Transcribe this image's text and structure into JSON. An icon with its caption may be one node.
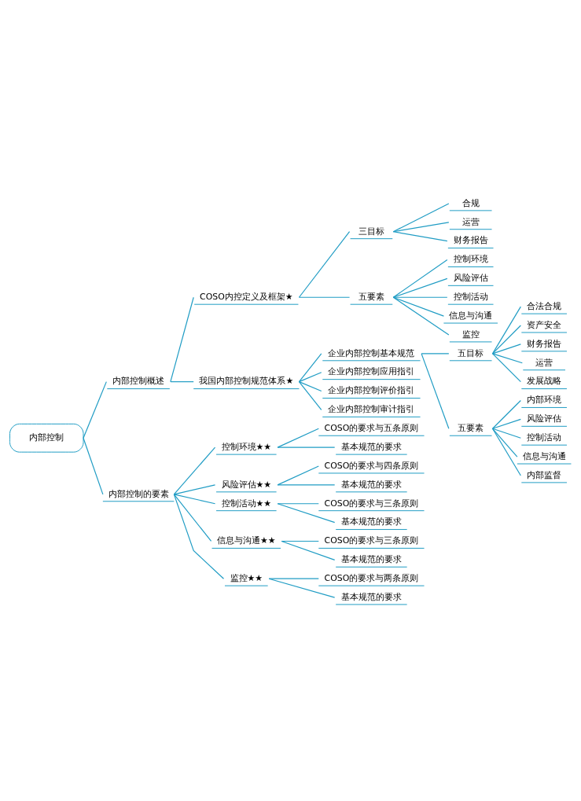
{
  "diagram": {
    "nodes": [
      {
        "text": [
          "内部控制"
        ]
      },
      {
        "text": [
          "内部控制概述"
        ]
      },
      {
        "text": [
          "COSO内控定义及框架★"
        ]
      },
      {
        "text": [
          "三目标"
        ]
      },
      {
        "text": [
          "合规"
        ]
      },
      {
        "text": [
          "运营"
        ]
      },
      {
        "text": [
          "财务报告"
        ]
      },
      {
        "text": [
          "五要素"
        ]
      },
      {
        "text": [
          "控制环境"
        ]
      },
      {
        "text": [
          "风险评估"
        ]
      },
      {
        "text": [
          "控制活动"
        ]
      },
      {
        "text": [
          "信息与沟通"
        ]
      },
      {
        "text": [
          "监控"
        ]
      },
      {
        "text": [
          "我国内部控制规范体系★"
        ]
      },
      {
        "text": [
          "企业内部控制基本规范"
        ]
      },
      {
        "text": [
          "五目标"
        ]
      },
      {
        "text": [
          "合法合规"
        ]
      },
      {
        "text": [
          "资产安全"
        ]
      },
      {
        "text": [
          "财务报告"
        ]
      },
      {
        "text": [
          "运营"
        ]
      },
      {
        "text": [
          "发展战略"
        ]
      },
      {
        "text": [
          "五要素"
        ]
      },
      {
        "text": [
          "内部环境"
        ]
      },
      {
        "text": [
          "风险评估"
        ]
      },
      {
        "text": [
          "控制活动"
        ]
      },
      {
        "text": [
          "信息与沟通"
        ]
      },
      {
        "text": [
          "内部监督"
        ]
      },
      {
        "text": [
          "企业内部控制应用指引"
        ]
      },
      {
        "text": [
          "企业内部控制评价指引"
        ]
      },
      {
        "text": [
          "企业内部控制审计指引"
        ]
      },
      {
        "text": [
          "内部控制的要素"
        ]
      },
      {
        "text": [
          "控制环境★★"
        ]
      },
      {
        "text": [
          "COSO的要求与五条原则"
        ]
      },
      {
        "text": [
          "基本规范的要求"
        ]
      },
      {
        "text": [
          "风险评估★★"
        ]
      },
      {
        "text": [
          "COSO的要求与四条原则"
        ]
      },
      {
        "text": [
          "基本规范的要求"
        ]
      },
      {
        "text": [
          "控制活动★★"
        ]
      },
      {
        "text": [
          "COSO的要求与三条原则"
        ]
      },
      {
        "text": [
          "基本规范的要求"
        ]
      },
      {
        "text": [
          "信息与沟通★★"
        ]
      },
      {
        "text": [
          "COSO的要求与三条原则"
        ]
      },
      {
        "text": [
          "基本规范的要求"
        ]
      },
      {
        "text": [
          "监控★★"
        ]
      },
      {
        "text": [
          "COSO的要求与两条原则"
        ]
      },
      {
        "text": [
          "基本规范的要求"
        ]
      }
    ],
    "edges": [
      {
        "from": 0,
        "to": 1,
        "arrow": "none"
      },
      {
        "from": 1,
        "to": 2,
        "arrow": "none"
      },
      {
        "from": 2,
        "to": 3,
        "arrow": "none"
      },
      {
        "from": 3,
        "to": 4,
        "arrow": "none"
      },
      {
        "from": 3,
        "to": 5,
        "arrow": "none"
      },
      {
        "from": 3,
        "to": 6,
        "arrow": "none"
      },
      {
        "from": 2,
        "to": 7,
        "arrow": "none"
      },
      {
        "from": 7,
        "to": 8,
        "arrow": "none"
      },
      {
        "from": 7,
        "to": 9,
        "arrow": "none"
      },
      {
        "from": 7,
        "to": 10,
        "arrow": "none"
      },
      {
        "from": 7,
        "to": 11,
        "arrow": "none"
      },
      {
        "from": 7,
        "to": 12,
        "arrow": "none"
      },
      {
        "from": 1,
        "to": 13,
        "arrow": "none"
      },
      {
        "from": 13,
        "to": 14,
        "arrow": "none"
      },
      {
        "from": 14,
        "to": 15,
        "arrow": "none"
      },
      {
        "from": 15,
        "to": 16,
        "arrow": "none"
      },
      {
        "from": 15,
        "to": 17,
        "arrow": "none"
      },
      {
        "from": 15,
        "to": 18,
        "arrow": "none"
      },
      {
        "from": 15,
        "to": 19,
        "arrow": "none"
      },
      {
        "from": 15,
        "to": 20,
        "arrow": "none"
      },
      {
        "from": 14,
        "to": 21,
        "arrow": "none"
      },
      {
        "from": 21,
        "to": 22,
        "arrow": "none"
      },
      {
        "from": 21,
        "to": 23,
        "arrow": "none"
      },
      {
        "from": 21,
        "to": 24,
        "arrow": "none"
      },
      {
        "from": 21,
        "to": 25,
        "arrow": "none"
      },
      {
        "from": 21,
        "to": 26,
        "arrow": "none"
      },
      {
        "from": 13,
        "to": 27,
        "arrow": "none"
      },
      {
        "from": 13,
        "to": 28,
        "arrow": "none"
      },
      {
        "from": 13,
        "to": 29,
        "arrow": "none"
      },
      {
        "from": 0,
        "to": 30,
        "arrow": "none"
      },
      {
        "from": 30,
        "to": 31,
        "arrow": "none"
      },
      {
        "from": 31,
        "to": 32,
        "arrow": "none"
      },
      {
        "from": 31,
        "to": 33,
        "arrow": "none"
      },
      {
        "from": 30,
        "to": 34,
        "arrow": "none"
      },
      {
        "from": 34,
        "to": 35,
        "arrow": "none"
      },
      {
        "from": 34,
        "to": 36,
        "arrow": "none"
      },
      {
        "from": 30,
        "to": 37,
        "arrow": "none"
      },
      {
        "from": 37,
        "to": 38,
        "arrow": "none"
      },
      {
        "from": 37,
        "to": 39,
        "arrow": "none"
      },
      {
        "from": 30,
        "to": 40,
        "arrow": "none"
      },
      {
        "from": 40,
        "to": 41,
        "arrow": "none"
      },
      {
        "from": 40,
        "to": 42,
        "arrow": "none"
      },
      {
        "from": 30,
        "to": 43,
        "arrow": "none"
      },
      {
        "from": 43,
        "to": 44,
        "arrow": "none"
      },
      {
        "from": 43,
        "to": 45,
        "arrow": "none"
      }
    ]
  }
}
